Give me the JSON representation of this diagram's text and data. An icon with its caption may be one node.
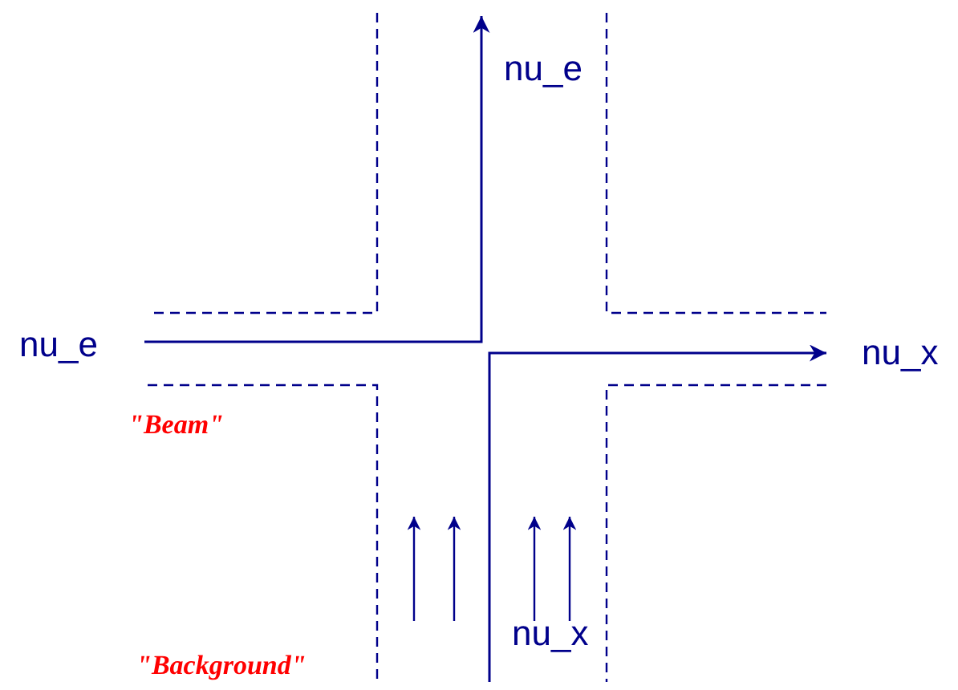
{
  "diagram": {
    "nodes": [
      {
        "text": [
          "nu_e"
        ]
      },
      {
        "text": [
          "nu_e"
        ]
      },
      {
        "text": [
          "nu_x"
        ]
      },
      {
        "text": [
          "nu_x"
        ]
      }
    ],
    "edges": [
      {
        "from": 0,
        "to": 1,
        "arrow": "to"
      },
      {
        "from": 3,
        "to": 2,
        "arrow": "to"
      }
    ],
    "labels": [
      "\"Beam\"",
      "\"Background\""
    ]
  }
}
